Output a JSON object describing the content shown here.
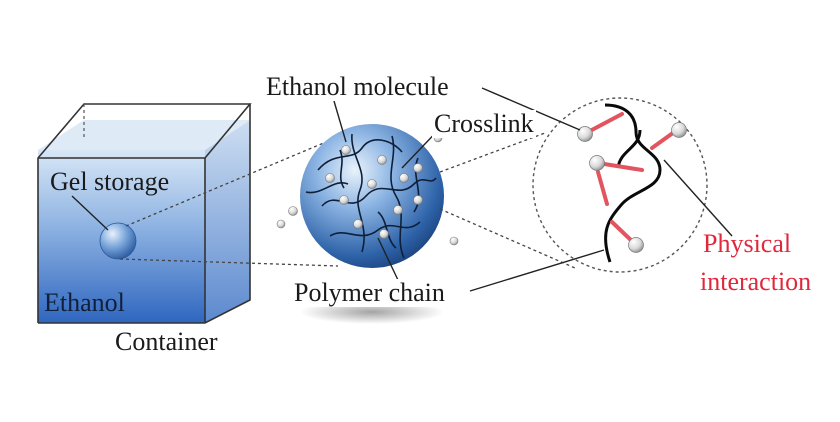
{
  "labels": {
    "ethanol_molecule": "Ethanol molecule",
    "crosslink": "Crosslink",
    "gel_storage": "Gel storage",
    "ethanol": "Ethanol",
    "container": "Container",
    "polymer_chain": "Polymer chain",
    "physical_interaction_line1": "Physical",
    "physical_interaction_line2": "interaction"
  },
  "colors": {
    "text": "#1a1a1a",
    "accent_red": "#e0283c",
    "liquid_top": "#cfe0f4",
    "liquid_bottom": "#2f6cc4",
    "sphere_light": "#cfe3f7",
    "sphere_dark": "#1d4f92",
    "interaction_red": "#e25560"
  }
}
